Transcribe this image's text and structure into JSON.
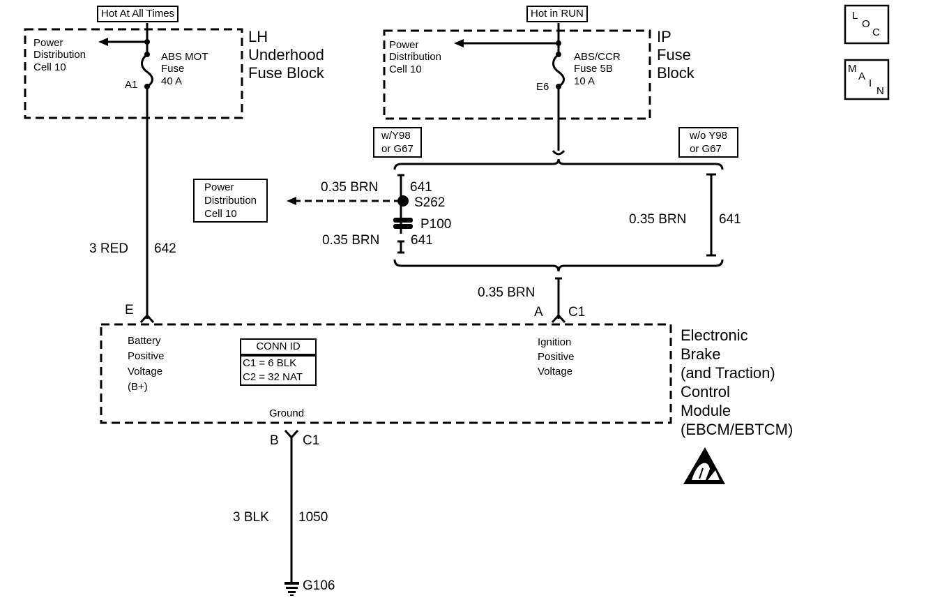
{
  "left_fuse": {
    "hot_label": "Hot At All Times",
    "block_name": "LH\nUnderhood\nFuse Block",
    "pdc": "Power\nDistribution\nCell 10",
    "fuse": "ABS MOT\nFuse\n40 A",
    "pin": "A1"
  },
  "right_fuse": {
    "hot_label": "Hot in RUN",
    "block_name": "IP\nFuse\nBlock",
    "pdc": "Power\nDistribution\nCell 10",
    "fuse": "ABS/CCR\nFuse 5B\n10 A",
    "pin": "E6"
  },
  "option_with": "w/Y98\nor G67",
  "option_without": "w/o Y98\nor G67",
  "splice_pdc": "Power\nDistribution\nCell 10",
  "wires": {
    "red_size": "3 RED",
    "red_circuit": "642",
    "brn_size_1": "0.35 BRN",
    "brn_circuit_1": "641",
    "brn_size_2": "0.35 BRN",
    "brn_circuit_2": "641",
    "brn_size_3": "0.35 BRN",
    "brn_circuit_3": "641",
    "brn_size_4": "0.35 BRN",
    "blk_size": "3 BLK",
    "blk_circuit": "1050"
  },
  "splice": "S262",
  "pass_through": "P100",
  "pins": {
    "e": "E",
    "a": "A",
    "c1_a": "C1",
    "b": "B",
    "c1_b": "C1"
  },
  "module": {
    "name": "Electronic\nBrake\n(and Traction)\nControl\nModule\n(EBCM/EBTCM)",
    "battery": "Battery\nPositive\nVoltage\n(B+)",
    "ignition": "Ignition\nPositive\nVoltage",
    "ground": "Ground",
    "conn_title": "CONN ID",
    "conn_c1": "C1 = 6 BLK",
    "conn_c2": "C2 = 32 NAT"
  },
  "ground_point": "G106",
  "nav": {
    "loc": [
      "L",
      "O",
      "C"
    ],
    "main": [
      "M",
      "A",
      "I",
      "N"
    ]
  }
}
